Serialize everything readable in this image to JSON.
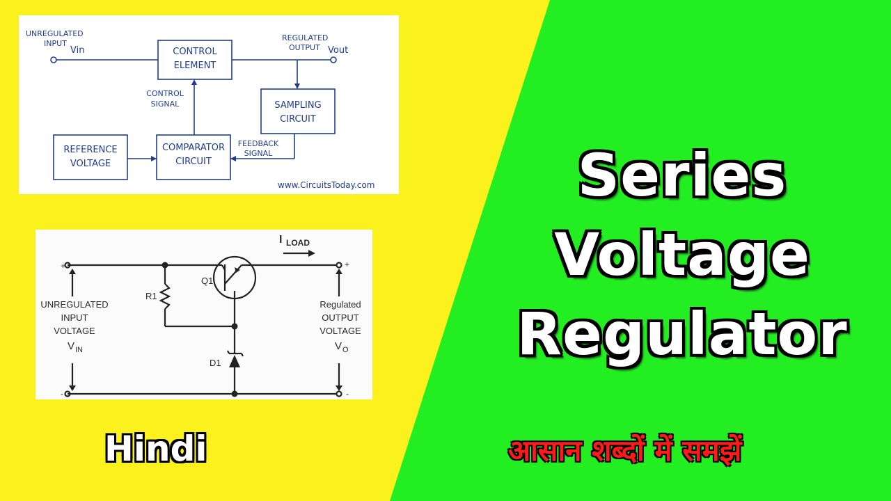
{
  "colors": {
    "yellow": "#fbf21d",
    "green": "#22ee22",
    "diagram_blue": "#1f3c8f",
    "subtitle_red": "#ff1a1a"
  },
  "block_diagram": {
    "unregulated_input_line1": "UNREGULATED",
    "unregulated_input_line2": "INPUT",
    "vin": "Vin",
    "regulated_output_line1": "REGULATED",
    "regulated_output_line2": "OUTPUT",
    "vout": "Vout",
    "control_element_line1": "CONTROL",
    "control_element_line2": "ELEMENT",
    "control_signal_line1": "CONTROL",
    "control_signal_line2": "SIGNAL",
    "sampling_circuit_line1": "SAMPLING",
    "sampling_circuit_line2": "CIRCUIT",
    "reference_voltage_line1": "REFERENCE",
    "reference_voltage_line2": "VOLTAGE",
    "comparator_circuit_line1": "COMPARATOR",
    "comparator_circuit_line2": "CIRCUIT",
    "feedback_signal_line1": "FEEDBACK",
    "feedback_signal_line2": "SIGNAL",
    "watermark": "www.CircuitsToday.com"
  },
  "schematic": {
    "iload": "I",
    "iload_sub": "LOAD",
    "q1": "Q1",
    "r1": "R1",
    "d1": "D1",
    "plus": "+",
    "minus": "-",
    "left_line1": "UNREGULATED",
    "left_line2": "INPUT",
    "left_line3": "VOLTAGE",
    "vin": "V",
    "vin_sub": "IN",
    "right_line1": "Regulated",
    "right_line2": "OUTPUT",
    "right_line3": "VOLTAGE",
    "vo": "V",
    "vo_sub": "O"
  },
  "title": {
    "line1": "Series",
    "line2": "Voltage",
    "line3": "Regulator"
  },
  "language_label": "Hindi",
  "subtitle": "आसान शब्दों में समझें"
}
